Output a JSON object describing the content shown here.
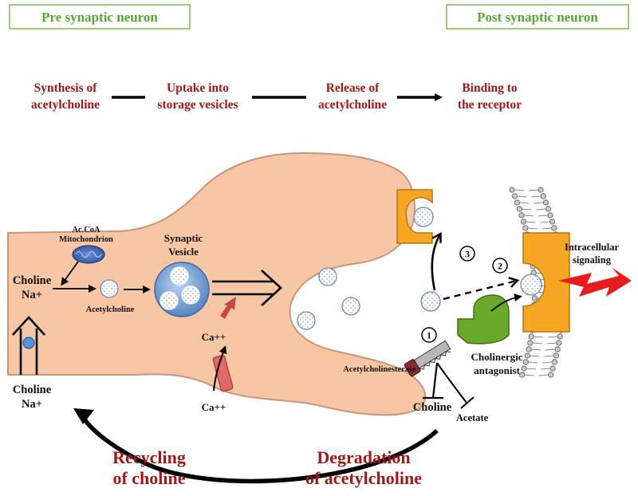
{
  "headers": {
    "pre": "Pre synaptic neuron",
    "post": "Post synaptic neuron"
  },
  "steps": [
    {
      "line1": "Synthesis of",
      "line2": "acetylcholine"
    },
    {
      "line1": "Uptake into",
      "line2": "storage vesicles"
    },
    {
      "line1": "Release of",
      "line2": "acetylcholine"
    },
    {
      "line1": "Binding to",
      "line2": "the receptor"
    }
  ],
  "labels": {
    "mito_line1": "Ac.CoA",
    "mito_line2": "Mitochondrion",
    "choline_in_1": "Choline",
    "choline_in_2": "Na+",
    "choline_out_1": "Choline",
    "choline_out_2": "Na+",
    "acetylcholine": "Acetylcholine",
    "vesicle_line1": "Synaptic",
    "vesicle_line2": "Vesicle",
    "ca_upper": "Ca++",
    "ca_lower": "Ca++",
    "enzyme": "Acetylcholinesterase",
    "choline_product": "Choline",
    "acetate": "Acetate",
    "antagonist_line1": "Cholinergic",
    "antagonist_line2": "antagonist",
    "signal_line1": "Intracellular",
    "signal_line2": "signaling",
    "num1": "1",
    "num2": "2",
    "num3": "3",
    "recycling_line1": "Recycling",
    "recycling_line2": "of choline",
    "degradation_line1": "Degradation",
    "degradation_line2": "of acetylcholine"
  },
  "colors": {
    "neuron": "#f7c6a4",
    "neuron_outline": "#c7977a",
    "header_text": "#55a830",
    "step_text": "#a01818",
    "receptor": "#f5a623",
    "antagonist": "#6aa829",
    "vesicle": "#6d9bd1",
    "signal": "#e81c1c"
  },
  "icons": [
    "mitochondrion-icon",
    "scissors-enzyme-icon",
    "lightning-icon",
    "calcium-channel-icon",
    "transporter-bead-icon"
  ]
}
